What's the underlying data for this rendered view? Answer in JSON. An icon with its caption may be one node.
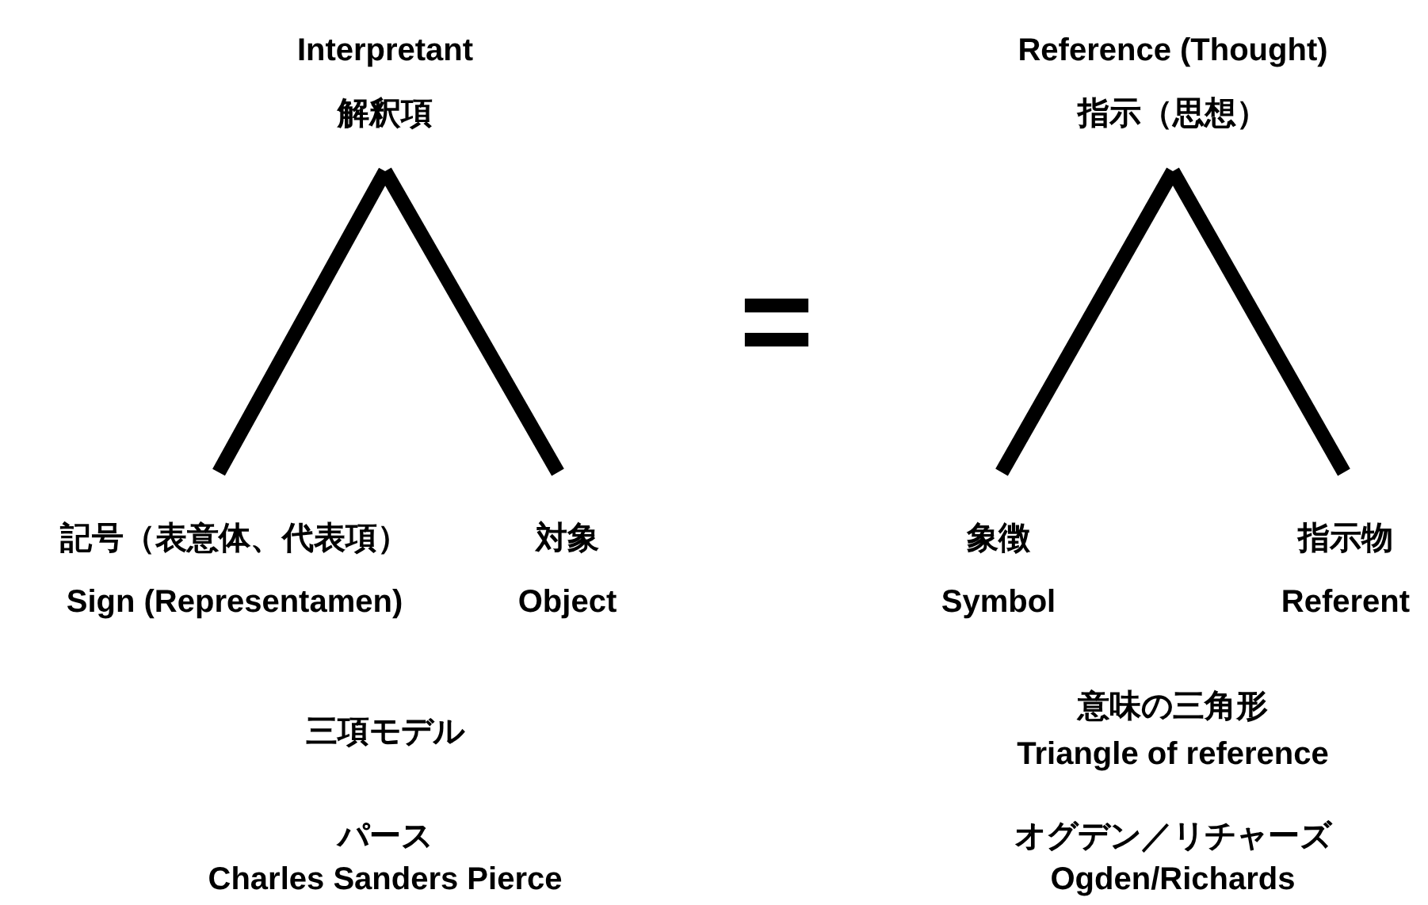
{
  "diagram": {
    "nodes": [
      {
        "text": [
          "Interpretant",
          "解釈項"
        ]
      },
      {
        "text": [
          "記号（表意体、代表項）",
          "Sign (Representamen)"
        ]
      },
      {
        "text": [
          "対象",
          "Object"
        ]
      },
      {
        "text": [
          "Reference (Thought)",
          "指示（思想）"
        ]
      },
      {
        "text": [
          "象徴",
          "Symbol"
        ]
      },
      {
        "text": [
          "指示物",
          "Referent"
        ]
      }
    ],
    "edges": [
      {
        "from": 0,
        "to": 1,
        "arrow": "none"
      },
      {
        "from": 0,
        "to": 2,
        "arrow": "none"
      },
      {
        "from": 3,
        "to": 4,
        "arrow": "none"
      },
      {
        "from": 3,
        "to": 5,
        "arrow": "none"
      }
    ],
    "labels": [
      "=",
      "三項モデル",
      "パース",
      "Charles Sanders Pierce",
      "意味の三角形",
      "Triangle of reference",
      "オグデン／リチャーズ",
      "Ogden/Richards"
    ]
  }
}
